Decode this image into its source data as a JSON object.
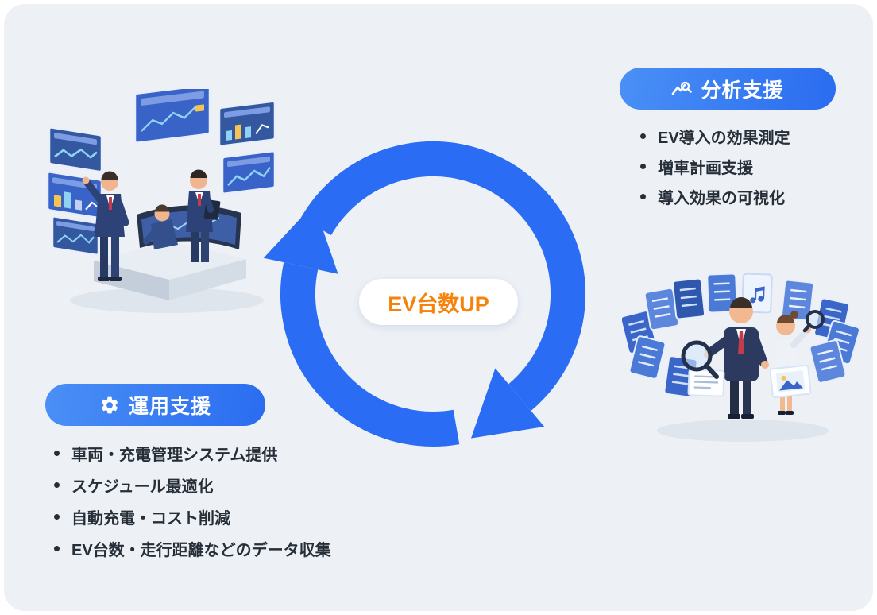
{
  "page": {
    "background": "#ffffff",
    "panel_background": "#edf1f6"
  },
  "colors": {
    "panel_bg": "#edf1f6",
    "badge_blue": "#2a6cf0",
    "badge_blue_light": "#4a90f6",
    "cycle_blue": "#2a6df4",
    "orange": "#f5820b",
    "text": "#262e38"
  },
  "center_pill": {
    "label": "EV台数UP"
  },
  "analysis_section": {
    "badge_label": "分析支援",
    "icon": "trend-chart-magnifier-icon",
    "items": [
      "EV導入の効果測定",
      "増車計画支援",
      "導入効果の可視化"
    ]
  },
  "operation_section": {
    "badge_label": "運用支援",
    "icon": "gear-icon",
    "items": [
      "車両・充電管理システム提供",
      "スケジュール最適化",
      "自動充電・コスト削減",
      "EV台数・走行距離などのデータ収集"
    ]
  },
  "illustrations": {
    "left": "control-room-team-illustration",
    "right": "data-analysis-people-illustration"
  }
}
